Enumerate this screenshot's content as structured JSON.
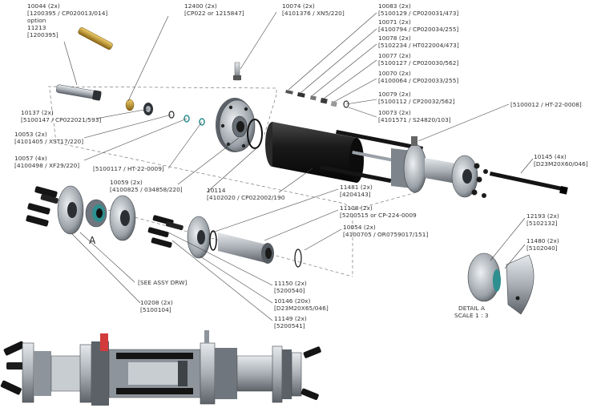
{
  "callouts": [
    {
      "lines": [
        "10044 (2x)",
        "[1200395 / CP020013/014]",
        "option",
        "11213",
        "[1200395]"
      ]
    },
    {
      "lines": [
        "12400 (2x)",
        "[CP022 or 1215847]"
      ]
    },
    {
      "lines": [
        "10074 (2x)",
        "[4101376 / XN5/220]"
      ]
    },
    {
      "lines": [
        "10083 (2x)",
        "[5100129 / CP020031/473]"
      ]
    },
    {
      "lines": [
        "10071 (2x)",
        "[4100794 / CP020034/255]"
      ]
    },
    {
      "lines": [
        "10078 (2x)",
        "[5102234 / HT022004/473]"
      ]
    },
    {
      "lines": [
        "10077 (2x)",
        "[5100127 / CP020030/562]"
      ]
    },
    {
      "lines": [
        "10070 (2x)",
        "[4100064 / CP020033/255]"
      ]
    },
    {
      "lines": [
        "10079 (2x)",
        "[5100112 / CP20032/562]"
      ]
    },
    {
      "lines": [
        "10073 (2x)",
        "[4101571 / S24820/103]"
      ]
    },
    {
      "lines": [
        "[5100012 / HT-22-0008]"
      ]
    },
    {
      "lines": [
        "10137 (2x)",
        "[5100147 / CP022021/593]"
      ]
    },
    {
      "lines": [
        "10053 (2x)",
        "[4101405 / XST17/220]"
      ]
    },
    {
      "lines": [
        "10057 (4x)",
        "[4100498 / XF29/220]"
      ]
    },
    {
      "lines": [
        "[5100117 / HT-22-0009]"
      ]
    },
    {
      "lines": [
        "10059 (2x)",
        "[4100825 / 034858/220]"
      ]
    },
    {
      "lines": [
        "10114",
        "[4102020 / CP022002/190"
      ]
    },
    {
      "lines": [
        "11481 (2x)",
        "[4204143]"
      ]
    },
    {
      "lines": [
        "11108 (2x)",
        "[5200515 or CP-224-0009"
      ]
    },
    {
      "lines": [
        "10054 (2x)",
        "[4100705 / OR0759017/151]"
      ]
    },
    {
      "lines": [
        "10145 (4x)",
        "[D23M20X60/046]"
      ]
    },
    {
      "lines": [
        "12193 (2x)",
        "[5102132]"
      ]
    },
    {
      "lines": [
        "11480 (2x)",
        "[5102040]"
      ]
    },
    {
      "lines": [
        "[SEE ASSY DRW]"
      ]
    },
    {
      "lines": [
        "10208 (2x)",
        "[5100104]"
      ]
    },
    {
      "lines": [
        "11150 (2x)",
        "[5200540]"
      ]
    },
    {
      "lines": [
        "10146 (20x)",
        "[D23M20X65/046]"
      ]
    },
    {
      "lines": [
        "11149 (2x)",
        "[5200541]"
      ]
    }
  ],
  "detail": {
    "letter": "A",
    "title": "DETAIL A",
    "scale": "SCALE 1 : 3"
  },
  "colors": {
    "steel_light": "#c8cdd2",
    "steel_mid": "#8d949b",
    "steel_dark": "#3e4348",
    "black_body": "#141414",
    "brass": "#c99a2e",
    "red_pin": "#d23b3b",
    "teal_ring": "#2e8f8f"
  }
}
